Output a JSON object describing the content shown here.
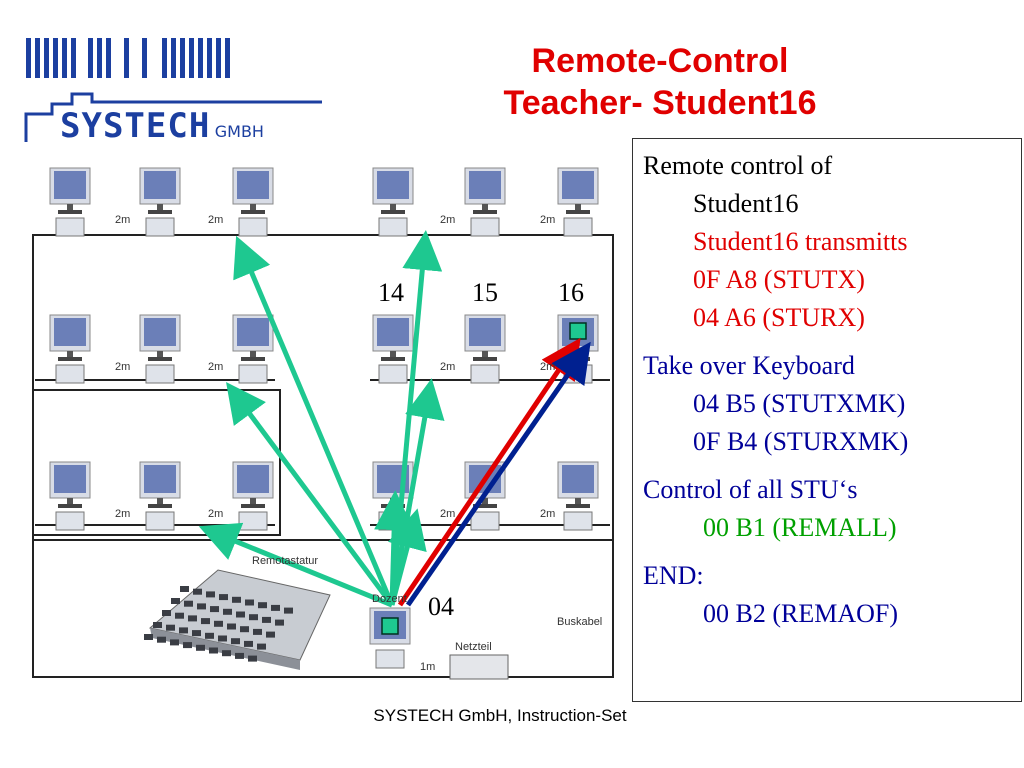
{
  "title": {
    "line1": "Remote-Control",
    "line2": "Teacher- Student16"
  },
  "logo": {
    "text": "SYSTECH",
    "suffix": "GmbH"
  },
  "diagram": {
    "seat_labels": {
      "s14": "14",
      "s15": "15",
      "s16": "16",
      "teacher": "04"
    },
    "distance_label": "2m",
    "cable_label": "Buskabel",
    "keyboard_label": "Remotastatur",
    "power_label": "Netzteil",
    "teacher_label": "Dozent",
    "short_cable": "1m",
    "colors": {
      "green": "#1ec890",
      "red": "#e00000",
      "blue": "#002090",
      "screen": "#6b7fb8"
    }
  },
  "panel": {
    "lines": [
      {
        "text": "Remote control of",
        "color": "#000000",
        "indent": 0
      },
      {
        "text": "Student16",
        "color": "#000000",
        "indent": 1
      },
      {
        "text": "Student16 transmitts",
        "color": "#e00000",
        "indent": 1
      },
      {
        "text": "0F A8  (STUTX)",
        "color": "#e00000",
        "indent": 1
      },
      {
        "text": "04  A6 (STURX)",
        "color": "#e00000",
        "indent": 1
      },
      {
        "text": "Take over Keyboard",
        "color": "#000099",
        "indent": 0
      },
      {
        "text": "04 B5  (STUTXMK)",
        "color": "#000099",
        "indent": 1
      },
      {
        "text": "0F B4  (STURXMK)",
        "color": "#000099",
        "indent": 1
      },
      {
        "text": "Control of all STU‘s",
        "color": "#000099",
        "indent": 0
      },
      {
        "text": "00 B1  (REMALL)",
        "color": "#00a000",
        "indent": 2
      },
      {
        "text": "END:",
        "color": "#000099",
        "indent": 0
      },
      {
        "text": "00 B2  (REMAOF)",
        "color": "#000099",
        "indent": 2
      }
    ]
  },
  "footer": "SYSTECH GmbH, Instruction-Set"
}
